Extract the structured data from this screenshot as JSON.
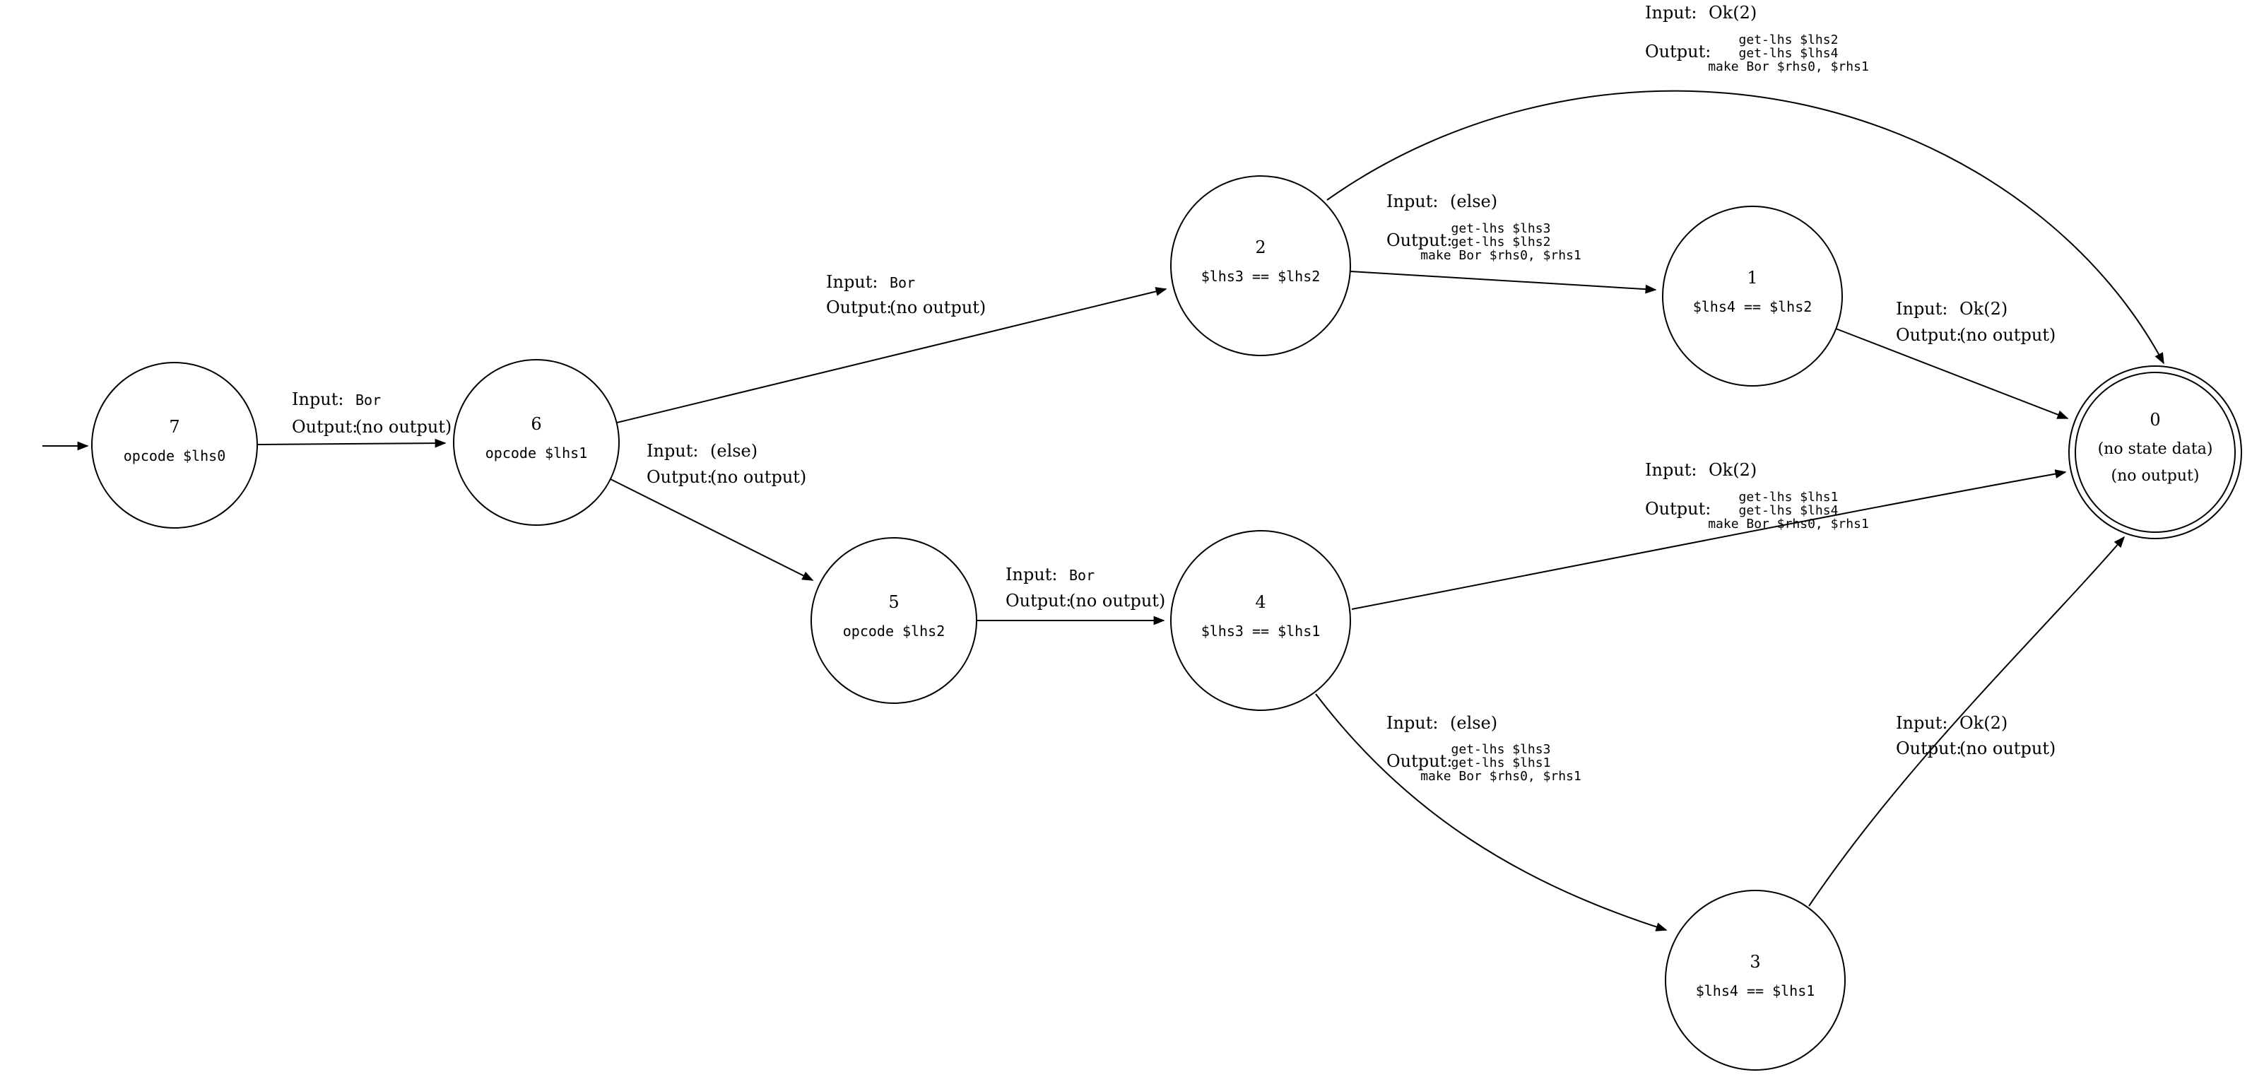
{
  "colors": {
    "background": "#ffffff",
    "ink": "#000000"
  },
  "keywords": {
    "input": "Input:",
    "output": "Output:"
  },
  "states": {
    "s7": {
      "id": "7",
      "label": "opcode $lhs0"
    },
    "s6": {
      "id": "6",
      "label": "opcode $lhs1"
    },
    "s5": {
      "id": "5",
      "label": "opcode $lhs2"
    },
    "s4": {
      "id": "4",
      "label": "$lhs3 == $lhs1"
    },
    "s3": {
      "id": "3",
      "label": "$lhs4 == $lhs1"
    },
    "s2": {
      "id": "2",
      "label": "$lhs3 == $lhs2"
    },
    "s1": {
      "id": "1",
      "label": "$lhs4 == $lhs2"
    },
    "s0": {
      "id": "0",
      "line1": "(no state data)",
      "line2": "(no output)"
    }
  },
  "edges": {
    "e7_6": {
      "from": "7",
      "to": "6",
      "input": "Bor",
      "output": "(no output)"
    },
    "e6_2": {
      "from": "6",
      "to": "2",
      "input": "Bor",
      "output": "(no output)"
    },
    "e6_5": {
      "from": "6",
      "to": "5",
      "input": "(else)",
      "output": "(no output)"
    },
    "e5_4": {
      "from": "5",
      "to": "4",
      "input": "Bor",
      "output": "(no output)"
    },
    "e2_0": {
      "from": "2",
      "to": "0",
      "input": "Ok(2)",
      "output_lines": [
        "get-lhs $lhs2",
        "get-lhs $lhs4",
        "make Bor $rhs0, $rhs1"
      ]
    },
    "e2_1": {
      "from": "2",
      "to": "1",
      "input": "(else)",
      "output_lines": [
        "get-lhs $lhs3",
        "get-lhs $lhs2",
        "make Bor $rhs0, $rhs1"
      ]
    },
    "e1_0": {
      "from": "1",
      "to": "0",
      "input": "Ok(2)",
      "output": "(no output)"
    },
    "e4_0": {
      "from": "4",
      "to": "0",
      "input": "Ok(2)",
      "output_lines": [
        "get-lhs $lhs1",
        "get-lhs $lhs4",
        "make Bor $rhs0, $rhs1"
      ]
    },
    "e4_3": {
      "from": "4",
      "to": "3",
      "input": "(else)",
      "output_lines": [
        "get-lhs $lhs3",
        "get-lhs $lhs1",
        "make Bor $rhs0, $rhs1"
      ]
    },
    "e3_0": {
      "from": "3",
      "to": "0",
      "input": "Ok(2)",
      "output": "(no output)"
    }
  }
}
